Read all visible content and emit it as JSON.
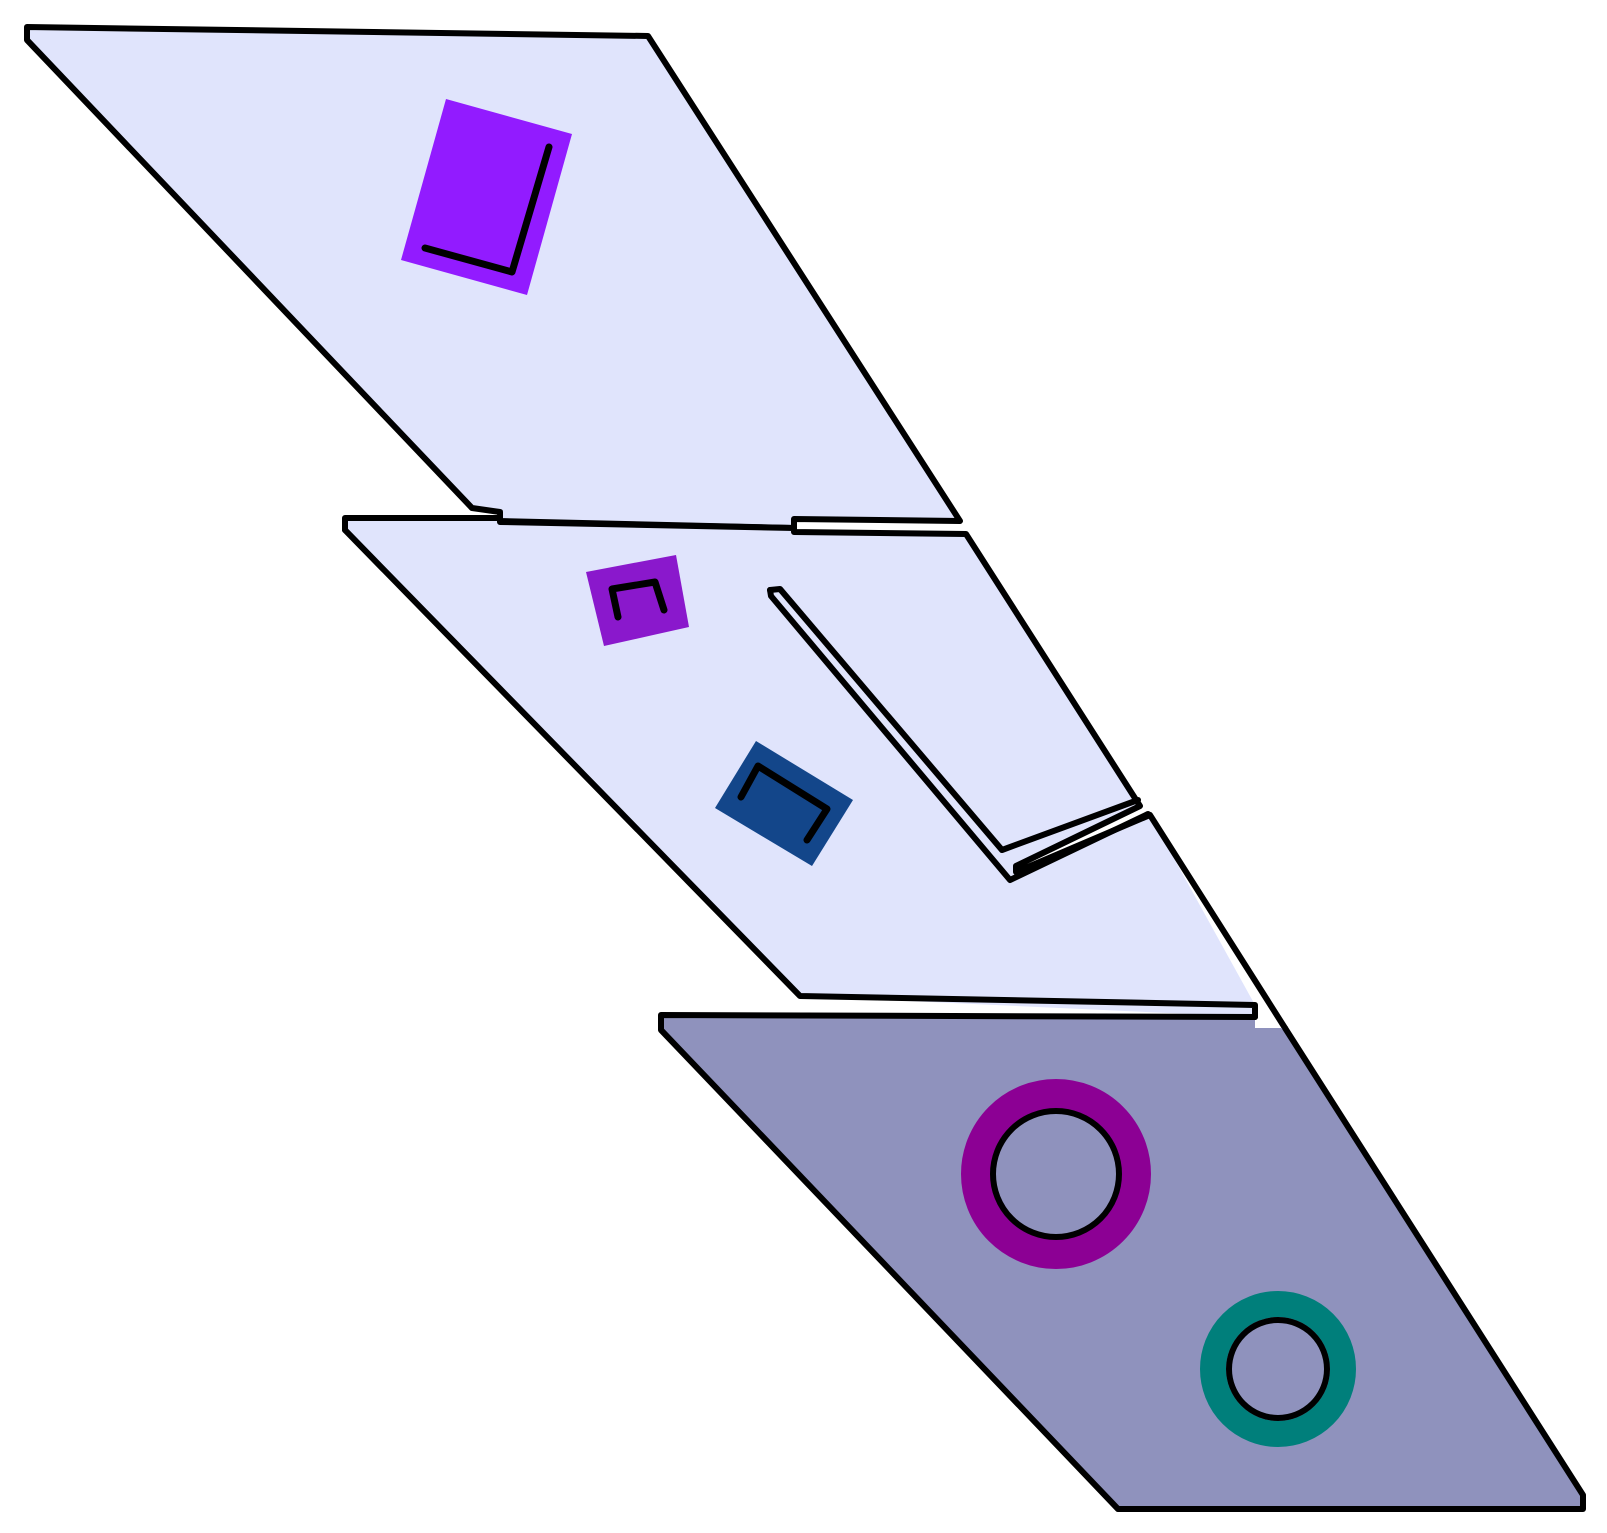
{
  "figure": {
    "background": "#ffffff",
    "outline_color": "#000000",
    "panels": [
      {
        "name": "upper-panel",
        "color": "#e0e4fc"
      },
      {
        "name": "middle-panel",
        "color": "#e0e4fc"
      },
      {
        "name": "lower-panel",
        "color": "#8f92bd"
      }
    ],
    "square_shapes": [
      {
        "name": "large-violet-square",
        "color": "#921bff",
        "has_corner_mark": true
      },
      {
        "name": "small-purple-square",
        "color": "#8a18cc",
        "has_corner_mark": true
      },
      {
        "name": "navy-square",
        "color": "#13468a",
        "has_corner_mark": true
      }
    ],
    "ring_shapes": [
      {
        "name": "magenta-ring",
        "color": "#8c0094"
      },
      {
        "name": "teal-ring",
        "color": "#007f7b"
      }
    ]
  }
}
